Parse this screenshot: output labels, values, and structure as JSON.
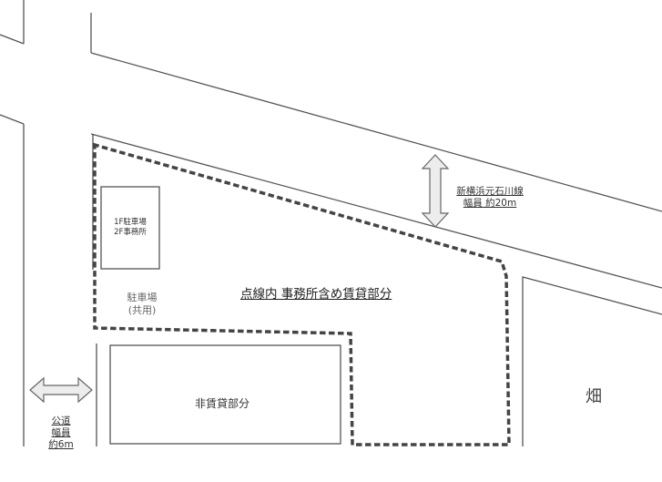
{
  "labels": {
    "road_name": "新横浜元石川線",
    "road_width": "幅員 約20m",
    "building_line1": "1F駐車場",
    "building_line2": "2F事務所",
    "parking_line1": "駐車場",
    "parking_line2": "(共用)",
    "leased_area": "点線内 事務所含め賃貸部分",
    "non_leased": "非賃貸部分",
    "field": "畑",
    "public_road_line1": "公道",
    "public_road_line2": "幅員",
    "public_road_line3": "約6m"
  }
}
